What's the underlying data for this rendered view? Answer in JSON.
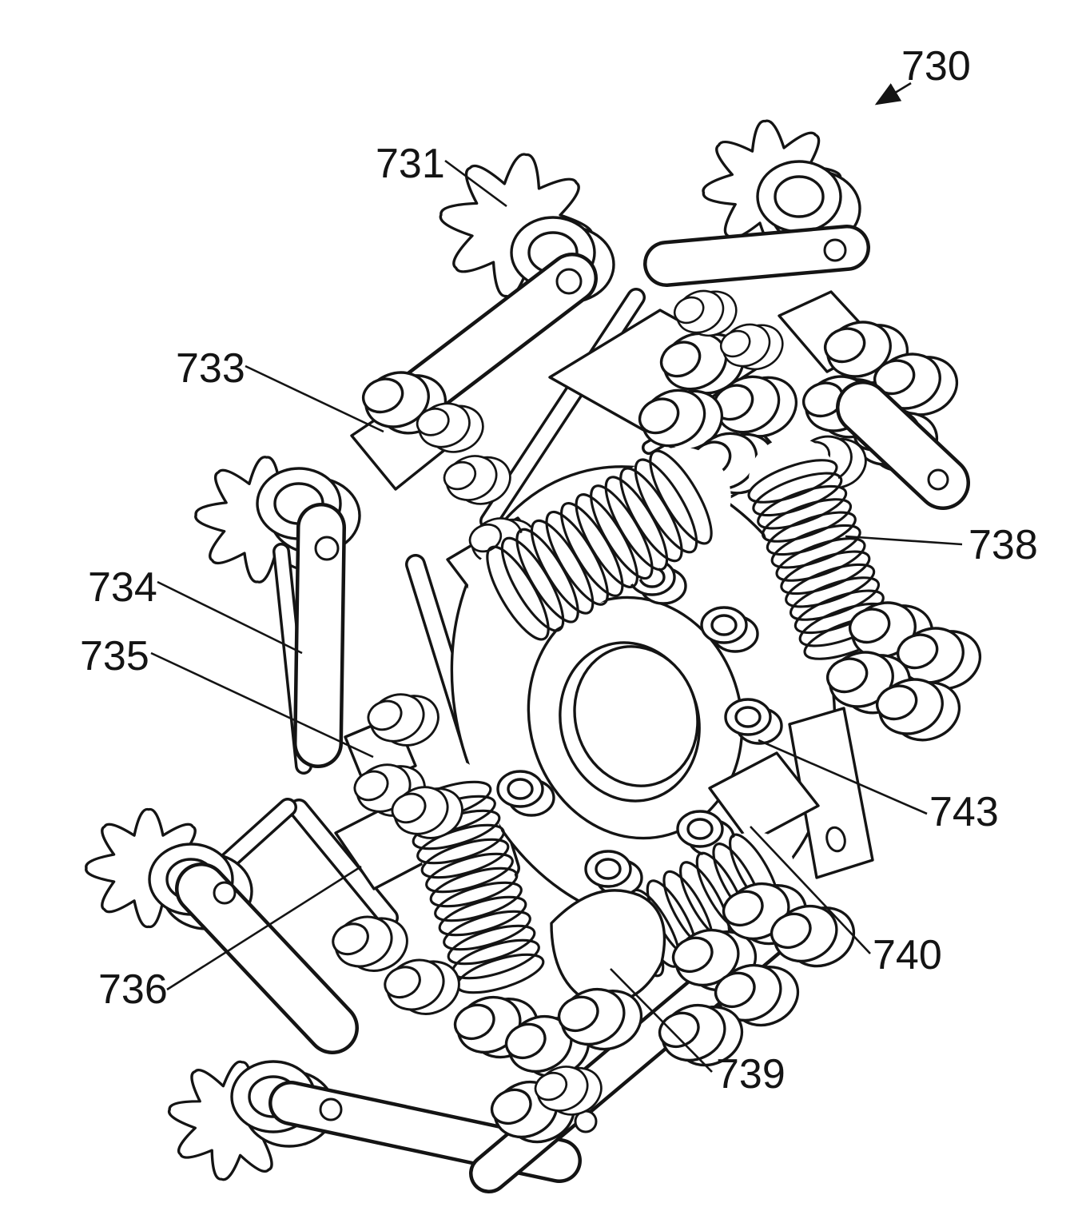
{
  "figure": {
    "background_color": "#ffffff",
    "line_color": "#141414",
    "reference_labels": [
      {
        "text": "730",
        "has_arrowhead": true
      },
      {
        "text": "731",
        "has_arrowhead": false
      },
      {
        "text": "733",
        "has_arrowhead": false
      },
      {
        "text": "734",
        "has_arrowhead": false
      },
      {
        "text": "735",
        "has_arrowhead": false
      },
      {
        "text": "736",
        "has_arrowhead": false
      },
      {
        "text": "738",
        "has_arrowhead": false
      },
      {
        "text": "743",
        "has_arrowhead": false
      },
      {
        "text": "740",
        "has_arrowhead": false
      },
      {
        "text": "739",
        "has_arrowhead": false
      }
    ]
  }
}
